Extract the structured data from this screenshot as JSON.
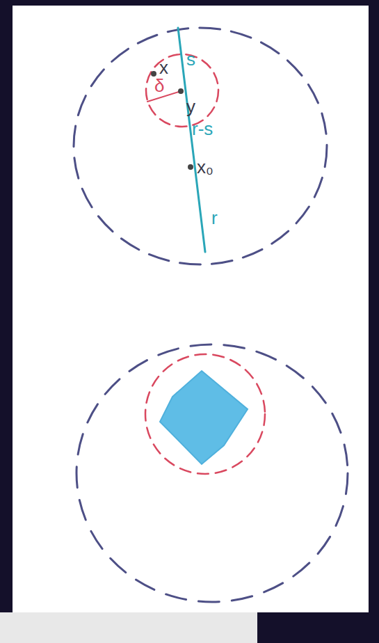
{
  "diagram": {
    "labels": [
      "x",
      "s",
      "δ",
      "y",
      "r-s",
      "x₀",
      "r"
    ]
  }
}
